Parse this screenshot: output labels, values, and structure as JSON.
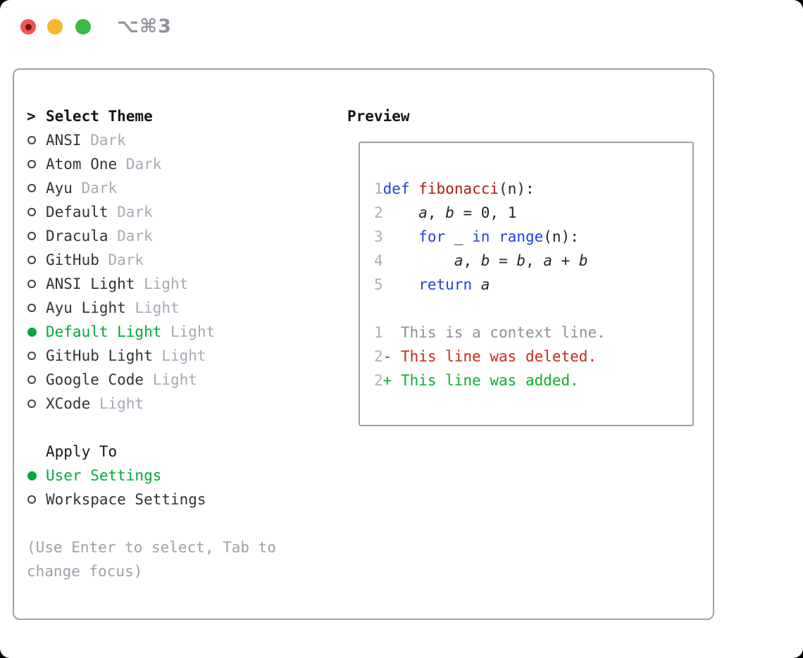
{
  "window": {
    "title": "⌥⌘3",
    "traffic_lights": [
      {
        "name": "close",
        "has_dot": true
      },
      {
        "name": "minimize",
        "has_dot": false
      },
      {
        "name": "zoom",
        "has_dot": false
      }
    ]
  },
  "theme_panel": {
    "header": {
      "marker": ">",
      "label": "Select Theme"
    },
    "themes": [
      {
        "name": "ANSI",
        "variant": "Dark",
        "selected": false
      },
      {
        "name": "Atom One",
        "variant": "Dark",
        "selected": false
      },
      {
        "name": "Ayu",
        "variant": "Dark",
        "selected": false
      },
      {
        "name": "Default",
        "variant": "Dark",
        "selected": false
      },
      {
        "name": "Dracula",
        "variant": "Dark",
        "selected": false
      },
      {
        "name": "GitHub",
        "variant": "Dark",
        "selected": false
      },
      {
        "name": "ANSI Light",
        "variant": "Light",
        "selected": false
      },
      {
        "name": "Ayu Light",
        "variant": "Light",
        "selected": false
      },
      {
        "name": "Default Light",
        "variant": "Light",
        "selected": true
      },
      {
        "name": "GitHub Light",
        "variant": "Light",
        "selected": false
      },
      {
        "name": "Google Code",
        "variant": "Light",
        "selected": false
      },
      {
        "name": "XCode",
        "variant": "Light",
        "selected": false
      }
    ],
    "apply_to": {
      "header": "Apply To",
      "options": [
        {
          "label": "User Settings",
          "selected": true
        },
        {
          "label": "Workspace Settings",
          "selected": false
        }
      ]
    },
    "hint_lines": [
      "(Use Enter to select, Tab to",
      "change focus)"
    ]
  },
  "preview": {
    "title": "Preview",
    "code_lines": [
      {
        "no": "1",
        "segments": [
          [
            "def",
            "keyword"
          ],
          [
            " ",
            "plain"
          ],
          [
            "fibonacci",
            "function"
          ],
          [
            "(n):",
            "plain"
          ]
        ]
      },
      {
        "no": "2",
        "segments": [
          [
            "    ",
            "plain"
          ],
          [
            "a",
            "variable"
          ],
          [
            ", ",
            "plain"
          ],
          [
            "b",
            "variable"
          ],
          [
            " = 0, 1",
            "plain"
          ]
        ]
      },
      {
        "no": "3",
        "segments": [
          [
            "    ",
            "plain"
          ],
          [
            "for",
            "keyword"
          ],
          [
            " _ ",
            "plain"
          ],
          [
            "in",
            "keyword"
          ],
          [
            " ",
            "plain"
          ],
          [
            "range",
            "keyword"
          ],
          [
            "(n):",
            "plain"
          ]
        ]
      },
      {
        "no": "4",
        "segments": [
          [
            "        ",
            "plain"
          ],
          [
            "a",
            "variable"
          ],
          [
            ", ",
            "plain"
          ],
          [
            "b",
            "variable"
          ],
          [
            " = ",
            "plain"
          ],
          [
            "b",
            "variable"
          ],
          [
            ", ",
            "plain"
          ],
          [
            "a",
            "variable"
          ],
          [
            " + ",
            "plain"
          ],
          [
            "b",
            "variable"
          ]
        ]
      },
      {
        "no": "5",
        "segments": [
          [
            "    ",
            "plain"
          ],
          [
            "return",
            "keyword"
          ],
          [
            " ",
            "plain"
          ],
          [
            "a",
            "variable"
          ]
        ]
      }
    ],
    "diff_lines": [
      {
        "no": "1",
        "kind": "context",
        "marker": " ",
        "text": "This is a context line."
      },
      {
        "no": "2",
        "kind": "deleted",
        "marker": "-",
        "text": "This line was deleted."
      },
      {
        "no": "2",
        "kind": "added",
        "marker": "+",
        "text": "This line was added."
      }
    ]
  },
  "colors": {
    "selection_green": "#00aa3c",
    "keyword_blue": "#2040df",
    "function_red": "#a32017",
    "deleted_red": "#c62a1a",
    "added_green": "#0fae2c",
    "muted_gray": "#a4abb6",
    "panel_border_gray": "#9aa2ac",
    "traffic_red": "#f1554e",
    "traffic_yellow": "#f8b62e",
    "traffic_green": "#35bd43"
  }
}
